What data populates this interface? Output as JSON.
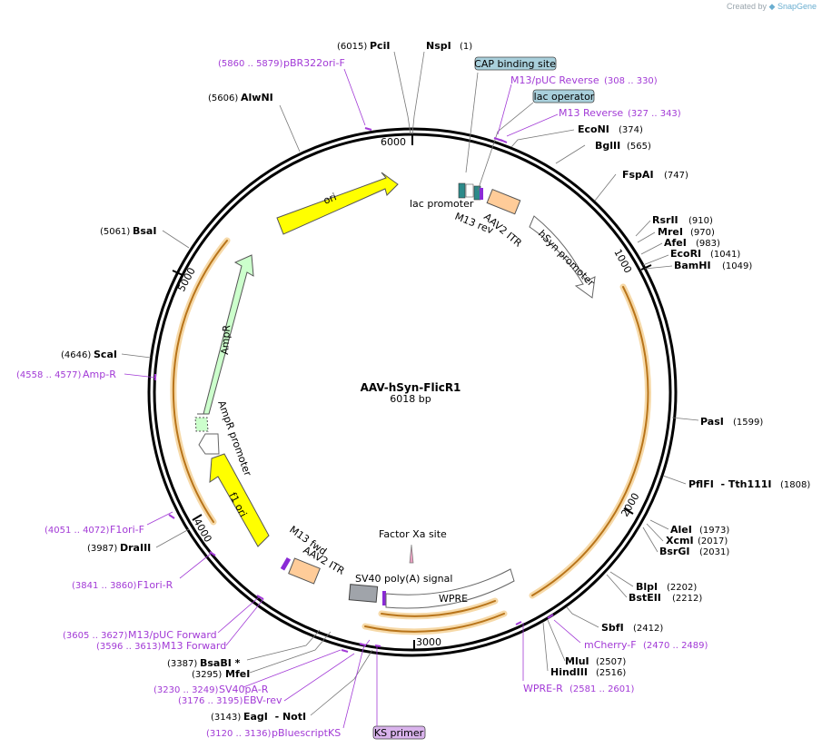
{
  "credit": {
    "created_by": "Created by",
    "brand": "SnapGene"
  },
  "plasmid": {
    "name": "AAV-hSyn-FlicR1",
    "size_label": "6018 bp"
  },
  "ticks": [
    "1000",
    "2000",
    "3000",
    "4000",
    "5000",
    "6000"
  ],
  "enzymes": [
    {
      "pos": "(6015)",
      "name": "PciI"
    },
    {
      "pos": "(1)",
      "name": "NspI"
    },
    {
      "pos": "(5606)",
      "name": "AlwNI"
    },
    {
      "pos": "(374)",
      "name": "EcoNI"
    },
    {
      "pos": "(565)",
      "name": "BglII"
    },
    {
      "pos": "(747)",
      "name": "FspAI"
    },
    {
      "pos": "(910)",
      "name": "RsrII"
    },
    {
      "pos": "(970)",
      "name": "MreI"
    },
    {
      "pos": "(983)",
      "name": "AfeI"
    },
    {
      "pos": "(1041)",
      "name": "EcoRI"
    },
    {
      "pos": "(1049)",
      "name": "BamHI"
    },
    {
      "pos": "(5061)",
      "name": "BsaI"
    },
    {
      "pos": "(4646)",
      "name": "ScaI"
    },
    {
      "pos": "(1599)",
      "name": "PasI"
    },
    {
      "pos": "(1808)",
      "name": "PflFI  - Tth111I"
    },
    {
      "pos": "(1973)",
      "name": "AleI"
    },
    {
      "pos": "(2017)",
      "name": "XcmI"
    },
    {
      "pos": "(2031)",
      "name": "BsrGI"
    },
    {
      "pos": "(2202)",
      "name": "BlpI"
    },
    {
      "pos": "(2212)",
      "name": "BstEII"
    },
    {
      "pos": "(2412)",
      "name": "SbfI"
    },
    {
      "pos": "(2507)",
      "name": "MluI"
    },
    {
      "pos": "(2516)",
      "name": "HindIII"
    },
    {
      "pos": "(3987)",
      "name": "DraIII"
    },
    {
      "pos": "(3387)",
      "name": "BsaBI *"
    },
    {
      "pos": "(3295)",
      "name": "MfeI"
    },
    {
      "pos": "(3143)",
      "name": "EagI  - NotI"
    }
  ],
  "primers": [
    {
      "pos": "(5860 .. 5879)",
      "name": "pBR322ori-F"
    },
    {
      "pos": "(308 .. 330)",
      "name": "M13/pUC Reverse"
    },
    {
      "pos": "(327 .. 343)",
      "name": "M13 Reverse"
    },
    {
      "pos": "(4558 .. 4577)",
      "name": "Amp-R"
    },
    {
      "pos": "(4051 .. 4072)",
      "name": "F1ori-F"
    },
    {
      "pos": "(3841 .. 3860)",
      "name": "F1ori-R"
    },
    {
      "pos": "(2470 .. 2489)",
      "name": "mCherry-F"
    },
    {
      "pos": "(2581 .. 2601)",
      "name": "WPRE-R"
    },
    {
      "pos": "(3605 .. 3627)",
      "name": "M13/pUC Forward"
    },
    {
      "pos": "(3596 .. 3613)",
      "name": "M13 Forward"
    },
    {
      "pos": "(3230 .. 3249)",
      "name": "SV40pA-R"
    },
    {
      "pos": "(3176 .. 3195)",
      "name": "EBV-rev"
    },
    {
      "pos": "(3120 .. 3136)",
      "name": "pBluescriptKS"
    }
  ],
  "boxes": [
    "CAP binding site",
    "lac operator",
    "KS primer"
  ],
  "features": [
    "ori",
    "lac promoter",
    "M13 rev",
    "AAV2 ITR",
    "hSyn promoter",
    "AmpR",
    "AmpR promoter",
    "f1 ori",
    "M13 fwd",
    "AAV2 ITR",
    "SV40 poly(A) signal",
    "WPRE",
    "Factor Xa site"
  ],
  "colors": {
    "primer": "#a23ad6",
    "arrow_yellow": "#ffff00",
    "arrow_green": "#ccffcc",
    "orf_orange": "#d9922e",
    "box_blue": "#a9d0dc",
    "box_purple": "#d9b3ec",
    "itr": "#ffcc99"
  }
}
